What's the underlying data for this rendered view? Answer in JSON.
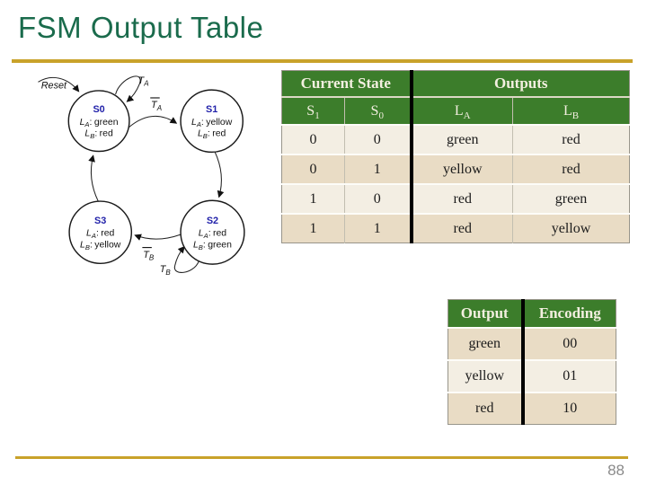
{
  "slide": {
    "title": "FSM Output Table",
    "page_number": "88",
    "colors": {
      "title_green": "#1a6b4c",
      "accent_gold": "#c9a22a",
      "table_header_green": "#3c7d2b",
      "row_light": "#f3eee3",
      "row_tan": "#e9dcc5",
      "state_name_blue": "#2222aa"
    }
  },
  "diagram": {
    "reset_label": "Reset",
    "colon": ":",
    "l_base": "L",
    "la_sub": "A",
    "lb_sub": "B",
    "transitions": {
      "ta": {
        "base": "T",
        "sub": "A"
      },
      "ta_not": {
        "base": "T",
        "sub": "A"
      },
      "tb": {
        "base": "T",
        "sub": "B"
      },
      "tb_not": {
        "base": "T",
        "sub": "B"
      }
    },
    "states": [
      {
        "name": "S0",
        "la": "green",
        "lb": "red"
      },
      {
        "name": "S1",
        "la": "yellow",
        "lb": "red"
      },
      {
        "name": "S2",
        "la": "red",
        "lb": "green"
      },
      {
        "name": "S3",
        "la": "red",
        "lb": "yellow"
      }
    ]
  },
  "output_table": {
    "group_headers": [
      "Current State",
      "Outputs"
    ],
    "subheaders": [
      {
        "base": "S",
        "sub": "1"
      },
      {
        "base": "S",
        "sub": "0"
      },
      {
        "base": "L",
        "sub": "A"
      },
      {
        "base": "L",
        "sub": "B"
      }
    ],
    "rows": [
      [
        "0",
        "0",
        "green",
        "red"
      ],
      [
        "0",
        "1",
        "yellow",
        "red"
      ],
      [
        "1",
        "0",
        "red",
        "green"
      ],
      [
        "1",
        "1",
        "red",
        "yellow"
      ]
    ]
  },
  "encoding_table": {
    "headers": [
      "Output",
      "Encoding"
    ],
    "rows": [
      [
        "green",
        "00"
      ],
      [
        "yellow",
        "01"
      ],
      [
        "red",
        "10"
      ]
    ]
  }
}
